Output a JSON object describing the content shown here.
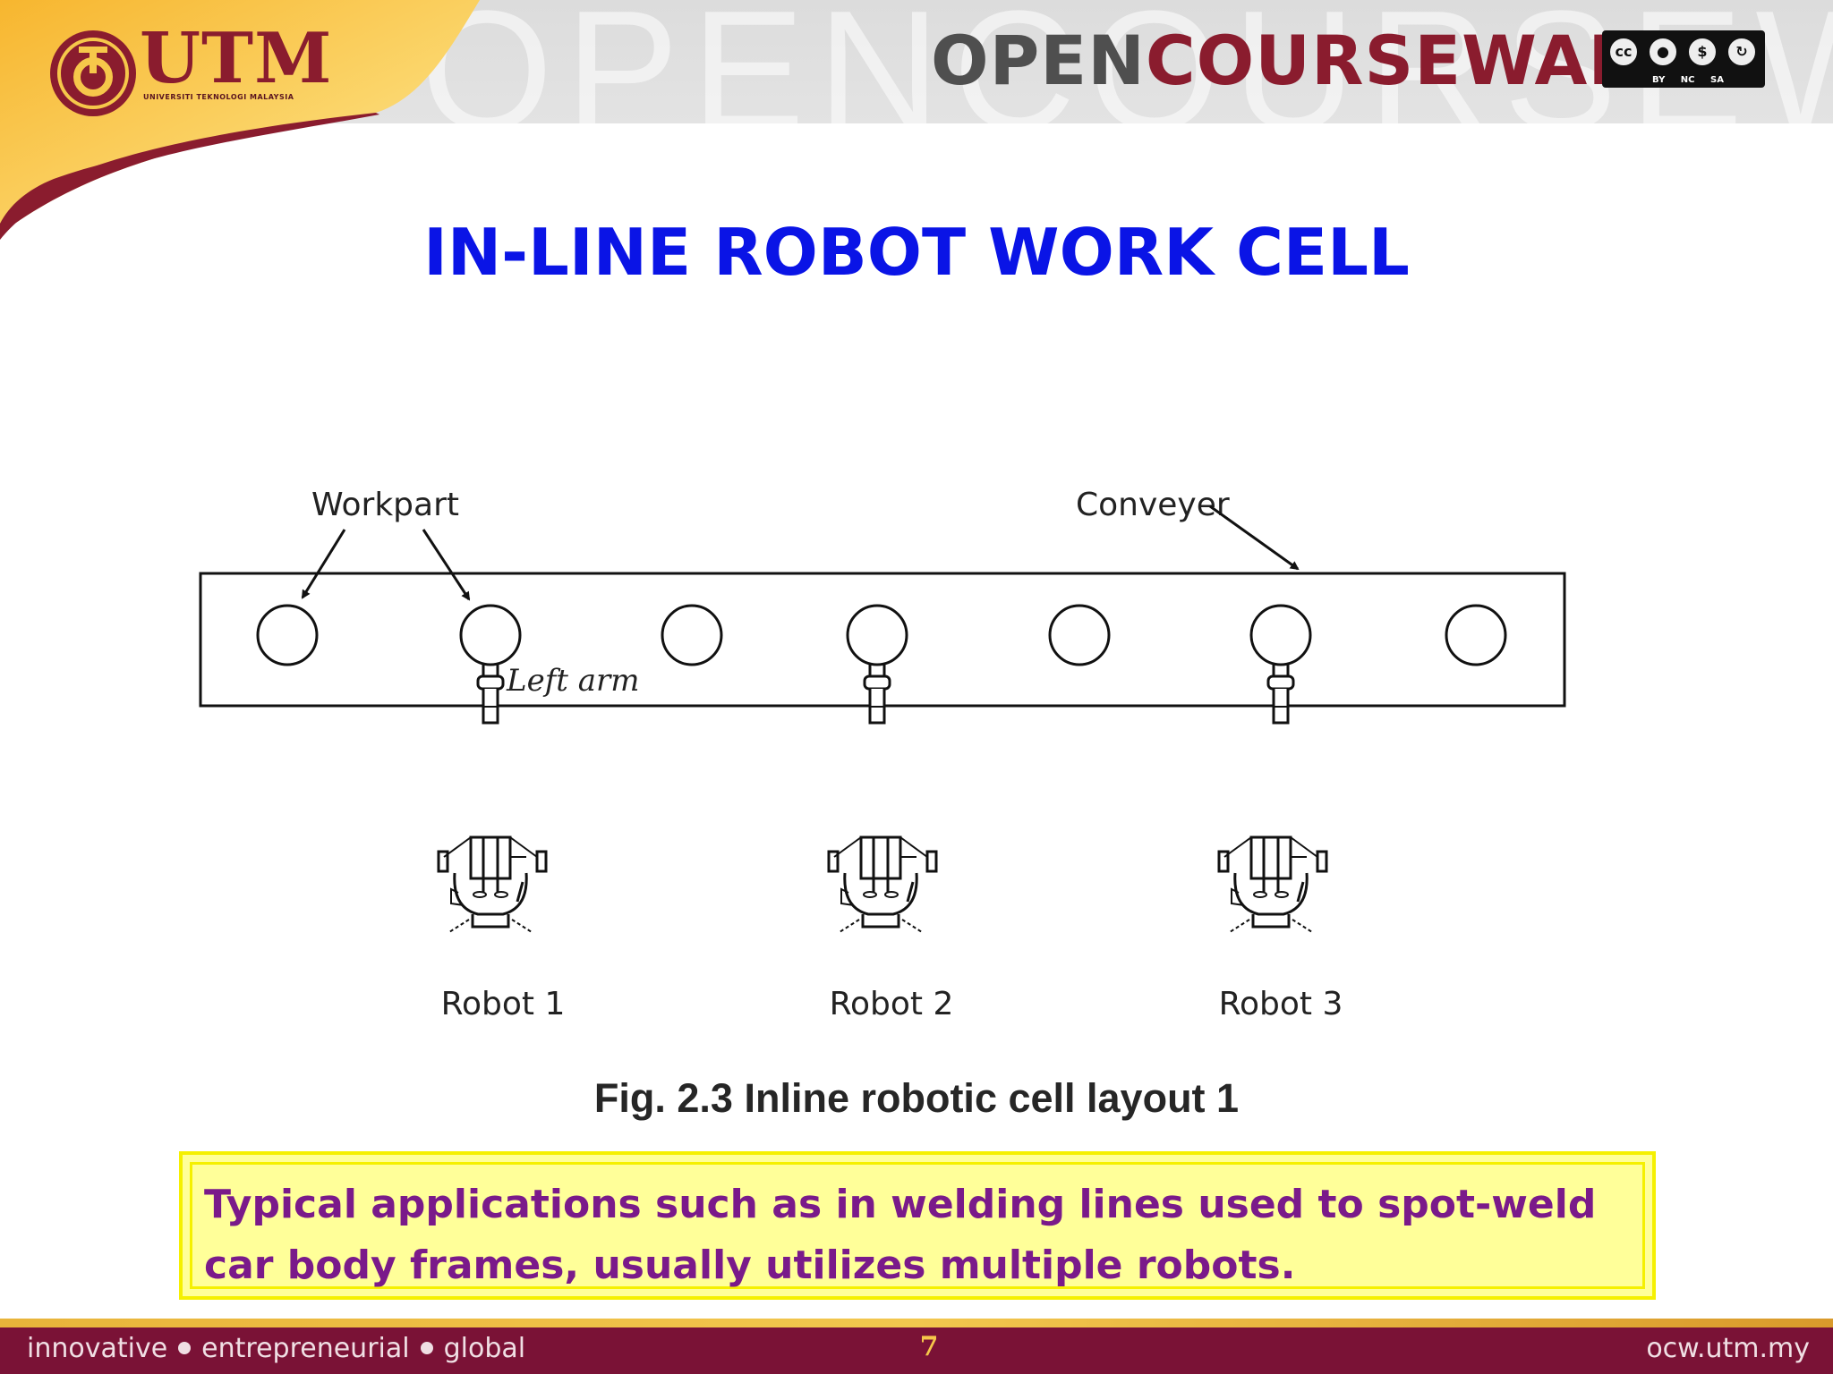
{
  "header": {
    "watermark": "OPENCOURSEWARE",
    "wordmark_open": "OPEN",
    "wordmark_courseware": "COURSEWARE",
    "license_labels": "BY NC SA",
    "license_cc": "cc",
    "logo": {
      "name": "UTM",
      "subtitle": "UNIVERSITI TEKNOLOGI MALAYSIA"
    }
  },
  "slide": {
    "title": "IN-LINE ROBOT WORK CELL"
  },
  "diagram": {
    "labels": {
      "workpart": "Workpart",
      "conveyer": "Conveyer",
      "left_arm": "Left arm"
    },
    "robots": [
      "Robot 1",
      "Robot 2",
      "Robot 3"
    ],
    "workpart_count": 7,
    "caption": "Fig. 2.3 Inline robotic cell layout 1"
  },
  "note": {
    "text": "Typical applications such as in welding lines used to spot-weld car body frames, usually utilizes multiple robots."
  },
  "footer": {
    "tagline": [
      "innovative",
      "entrepreneurial",
      "global"
    ],
    "page_number": "7",
    "url": "ocw.utm.my"
  },
  "colors": {
    "title": "#0a14e6",
    "brand_maroon": "#8a1c2e",
    "note_text": "#7a1a8a",
    "note_bg": "#ffff99",
    "footer_bg": "#7a1236",
    "page_number": "#f6c74a"
  }
}
